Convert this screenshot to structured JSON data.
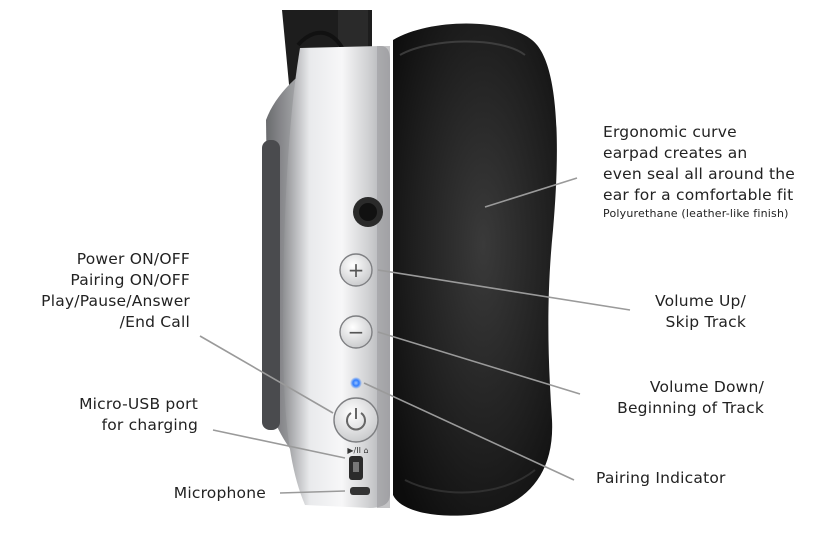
{
  "diagram": {
    "labels": {
      "earpad": {
        "lines": [
          "Ergonomic curve",
          "earpad creates an",
          "even seal all around the",
          "ear for a comfortable fit"
        ],
        "material": "Polyurethane (leather-like finish)"
      },
      "power": {
        "lines": [
          "Power ON/OFF",
          "Pairing ON/OFF",
          "Play/Pause/Answer",
          "/End Call"
        ]
      },
      "volume_up": {
        "lines": [
          "Volume Up/",
          "Skip Track"
        ]
      },
      "volume_down": {
        "lines": [
          "Volume Down/",
          "Beginning of Track"
        ]
      },
      "micro_usb": {
        "lines": [
          "Micro-USB port",
          "for charging"
        ]
      },
      "pairing_indicator": {
        "text": "Pairing Indicator"
      },
      "microphone": {
        "text": "Microphone"
      }
    },
    "button_glyphs": {
      "plus": "+",
      "minus": "−",
      "slider": "▶/II ⌂"
    },
    "colors": {
      "earpad": "#1c1c1c",
      "housing": "#c9cacc",
      "leader_line": "#9a9a9a",
      "led": "#2f7dff"
    }
  }
}
